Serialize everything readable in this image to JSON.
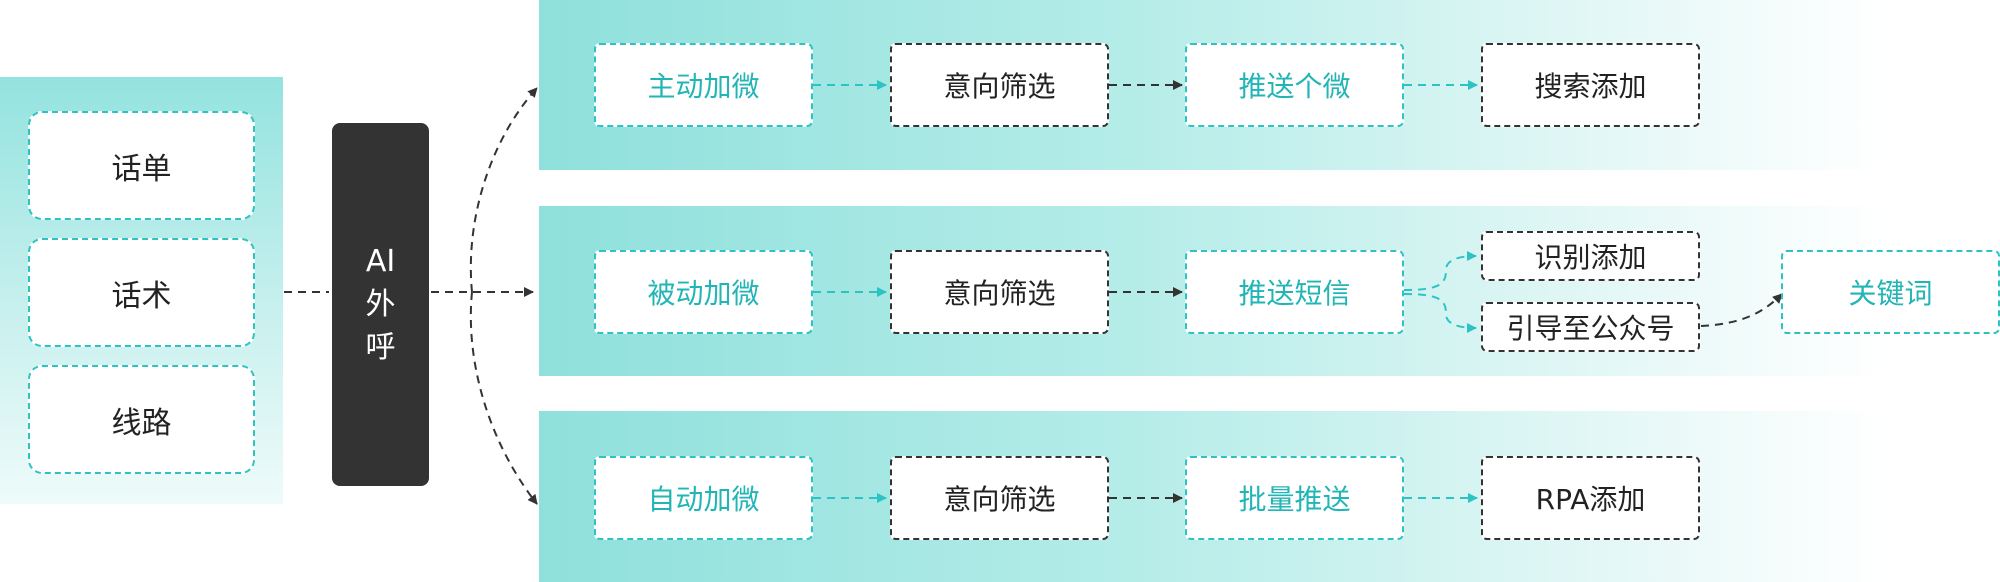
{
  "inputs": [
    "话单",
    "话术",
    "线路"
  ],
  "ai_block": {
    "label": "AI 外呼"
  },
  "rows": [
    {
      "steps": [
        "主动加微",
        "意向筛选",
        "推送个微",
        "搜索添加"
      ]
    },
    {
      "steps": [
        "被动加微",
        "意向筛选",
        "推送短信"
      ],
      "branches": [
        "识别添加",
        "引导至公众号"
      ],
      "extra": "关键词"
    },
    {
      "steps": [
        "自动加微",
        "意向筛选",
        "批量推送",
        "RPA添加"
      ]
    }
  ],
  "colors": {
    "teal": "#2ec3c3",
    "dark": "#333333"
  }
}
